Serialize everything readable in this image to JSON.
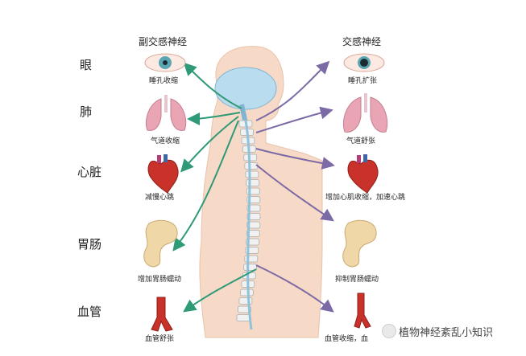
{
  "headers": {
    "parasympathetic": "副交感神经",
    "sympathetic": "交感神经"
  },
  "organs": [
    {
      "label": "眼",
      "para_effect": "睡孔收缩",
      "symp_effect": "睡孔扩张"
    },
    {
      "label": "肺",
      "para_effect": "气道收缩",
      "symp_effect": "气道舒张"
    },
    {
      "label": "心脏",
      "para_effect": "减慢心跳",
      "symp_effect": "增加心肌收缩，加速心跳"
    },
    {
      "label": "胃肠",
      "para_effect": "增加胃肠蠕动",
      "symp_effect": "抑制胃肠蠕动"
    },
    {
      "label": "血管",
      "para_effect": "血管舒张",
      "symp_effect": "血管收缩，血"
    }
  ],
  "colors": {
    "parasympathetic": "#2f9a77",
    "sympathetic": "#7c6aa6",
    "body": "#f6d9c6",
    "brain": "#b9dcee"
  },
  "watermark": "植物神经紊乱小知识"
}
